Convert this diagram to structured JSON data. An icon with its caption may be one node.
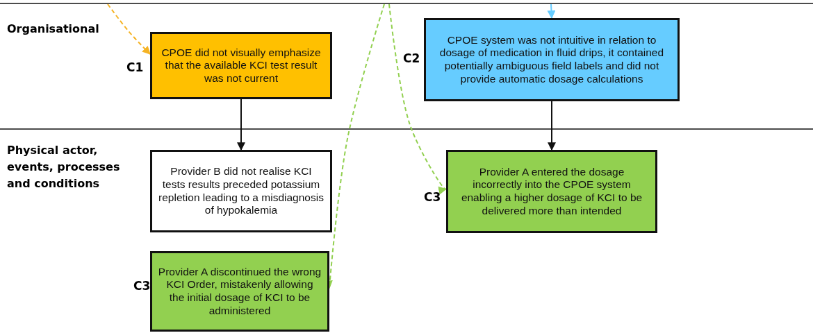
{
  "diagram": {
    "nodes": [
      {
        "text": [
          "CPOE did not visually emphasize that the available KCI test result was not current"
        ],
        "beside": [
          "C1"
        ]
      },
      {
        "text": [
          "CPOE system was not intuitive in relation to dosage of medication in fluid drips, it contained potentially ambiguous field labels and did not provide automatic dosage calculations"
        ],
        "beside": [
          "C2"
        ]
      },
      {
        "text": [
          "Provider B did not realise KCI tests results preceded potassium repletion leading to a misdiagnosis of hypokalemia"
        ]
      },
      {
        "text": [
          "Provider A entered the dosage incorrectly into the CPOE system enabling a higher dosage of KCI to be delivered more than intended"
        ],
        "beside": [
          "C3"
        ]
      },
      {
        "text": [
          "Provider A discontinued the wrong KCI Order, mistakenly allowing the initial dosage of KCI to be administered"
        ],
        "beside": [
          "C3"
        ]
      }
    ],
    "edges": [
      {
        "from": null,
        "to": 0,
        "arrow": "to",
        "style": "dashed",
        "color": "#f5b324"
      },
      {
        "from": null,
        "to": 1,
        "arrow": "to",
        "color": "#66ccff"
      },
      {
        "from": null,
        "to": 4,
        "arrow": "to",
        "style": "dashed",
        "color": "#92d050"
      },
      {
        "from": null,
        "to": 3,
        "arrow": "to",
        "style": "dashed",
        "color": "#92d050"
      },
      {
        "from": 0,
        "to": 2,
        "arrow": "to",
        "color": "#111111"
      },
      {
        "from": 1,
        "to": 3,
        "arrow": "to",
        "color": "#111111"
      }
    ],
    "labels": [
      "Organisational",
      "Physical actor, events, processes and conditions"
    ]
  }
}
